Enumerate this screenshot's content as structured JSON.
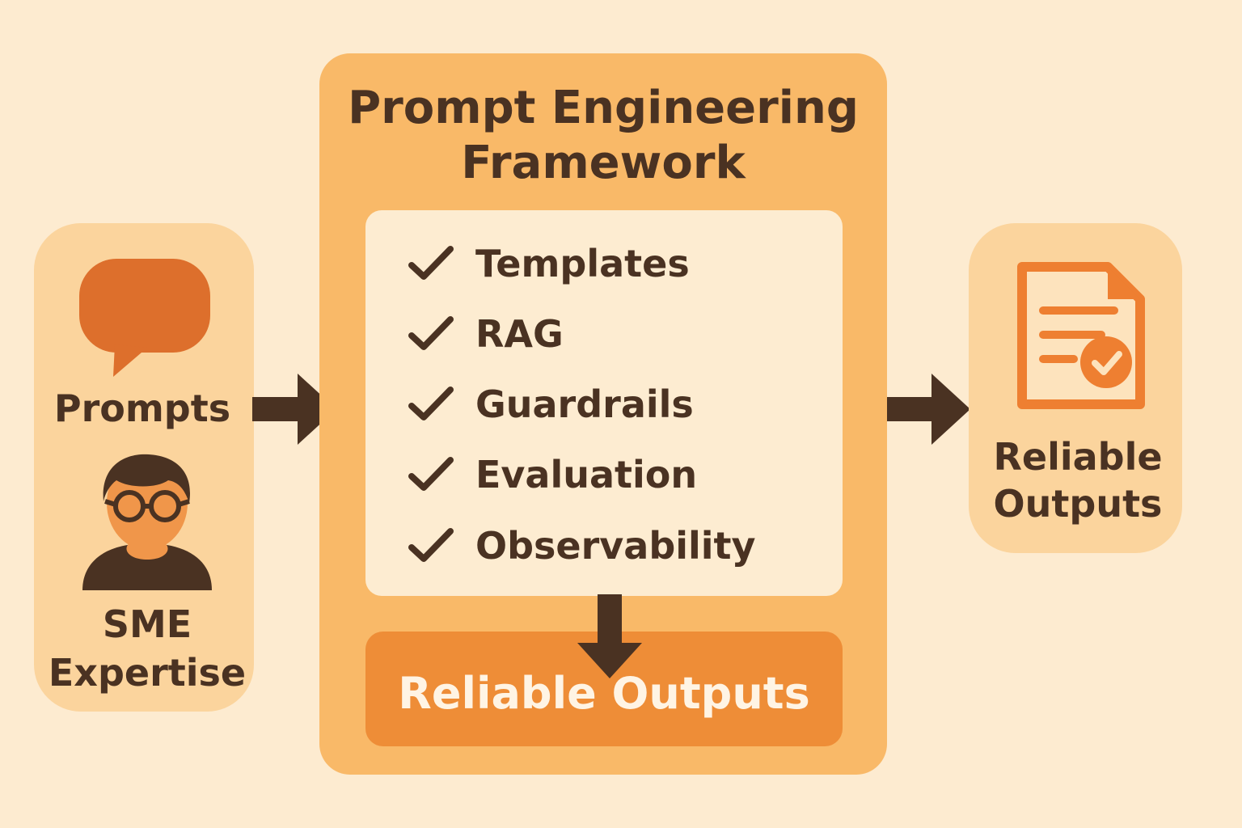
{
  "input": {
    "prompts_label": "Prompts",
    "sme_line1": "SME",
    "sme_line2": "Expertise",
    "icons": [
      "chat-bubble-icon",
      "person-with-glasses-icon"
    ]
  },
  "framework": {
    "title_line1": "Prompt Engineering",
    "title_line2": "Framework",
    "items": [
      {
        "label": "Templates"
      },
      {
        "label": "RAG"
      },
      {
        "label": "Guardrails"
      },
      {
        "label": "Evaluation"
      },
      {
        "label": "Observability"
      }
    ],
    "output_label": "Reliable Outputs"
  },
  "output": {
    "line1": "Reliable",
    "line2": "Outputs",
    "icon": "document-check-icon"
  },
  "colors": {
    "background": "#fdebd0",
    "panel": "#fbd49d",
    "framework": "#f9b968",
    "card": "#fdecd1",
    "accent": "#ee8d37",
    "icon_orange": "#dd6f2c",
    "text": "#4a3222"
  }
}
